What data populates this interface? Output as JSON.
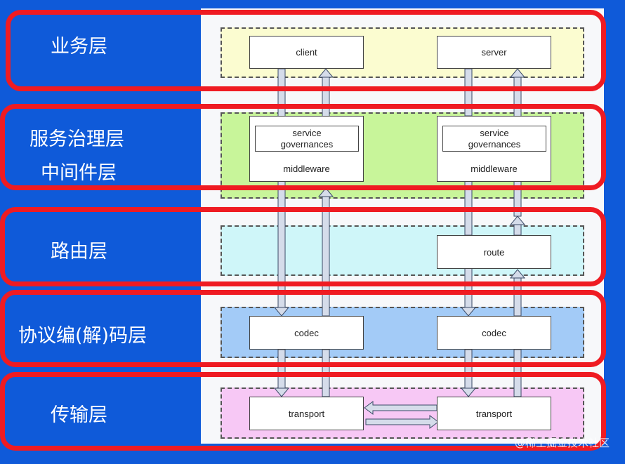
{
  "layers": {
    "business": "业务层",
    "governance_line1": "服务治理层",
    "governance_line2": "中间件层",
    "routing": "路由层",
    "protocol": "协议编(解)码层",
    "transport": "传输层"
  },
  "nodes": {
    "client": "client",
    "server": "server",
    "sg_left_line1": "service",
    "sg_left_line2": "governances",
    "sg_right_line1": "service",
    "sg_right_line2": "governances",
    "middleware_left": "middleware",
    "middleware_right": "middleware",
    "route": "route",
    "codec_left": "codec",
    "codec_right": "codec",
    "transport_left": "transport",
    "transport_right": "transport"
  },
  "colors": {
    "business_zone": "#fbfcd0",
    "governance_zone": "#c8f59a",
    "routing_zone": "#cff6f9",
    "protocol_zone": "#a3cbf7",
    "transport_zone": "#f7c8f5",
    "frame": "#ef1b22",
    "background": "#0f5ad9",
    "arrow_fill": "#d5dcea",
    "arrow_stroke": "#3a4a66"
  },
  "watermark": "@稀土掘金技术社区"
}
